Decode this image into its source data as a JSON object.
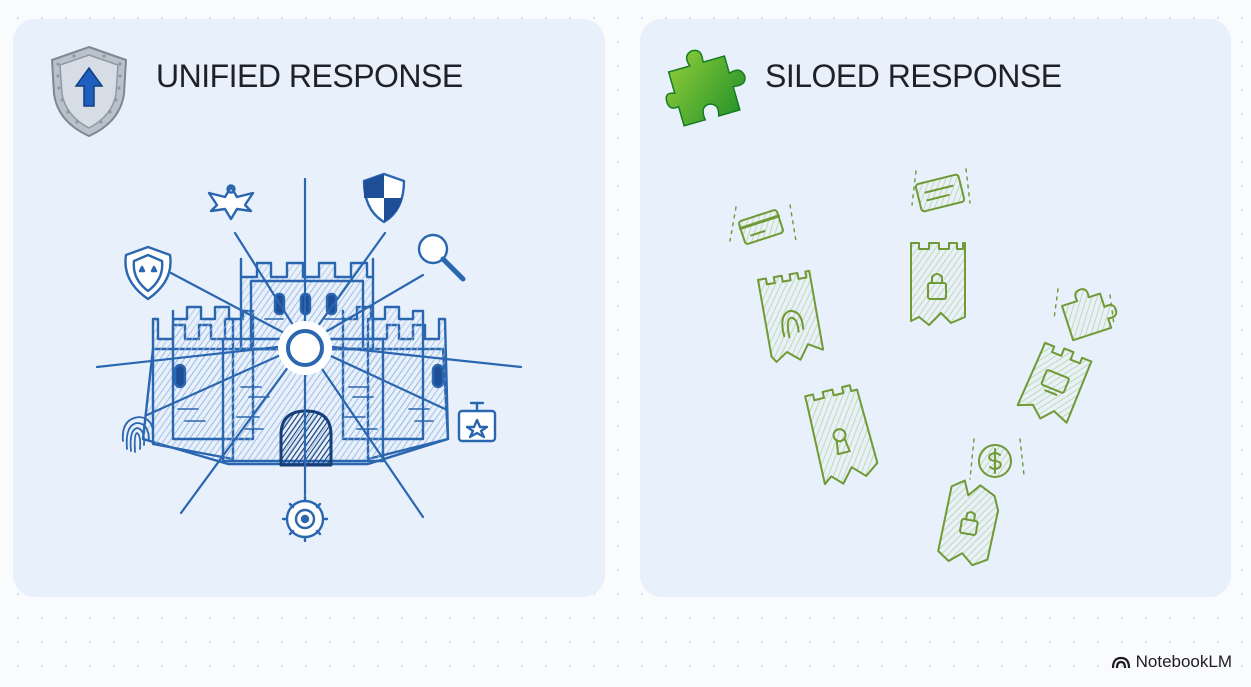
{
  "left_panel": {
    "title": "UNIFIED RESPONSE",
    "header_icon": "shield-arrow-icon",
    "illustration": "unified-castle",
    "colors": {
      "panel_bg": "#e8f0fb",
      "ink": "#2b66b0",
      "shield_silver": "#aeb6c0",
      "arrow": "#1f5fbf"
    }
  },
  "right_panel": {
    "title": "SILOED RESPONSE",
    "header_icon": "puzzle-piece-icon",
    "illustration": "broken-silos",
    "colors": {
      "panel_bg": "#e8f0fb",
      "ink": "#6f9a35",
      "puzzle_green": "#46a82c"
    }
  },
  "footer": {
    "brand": "NotebookLM",
    "brand_icon": "notebooklm-logo-icon"
  }
}
